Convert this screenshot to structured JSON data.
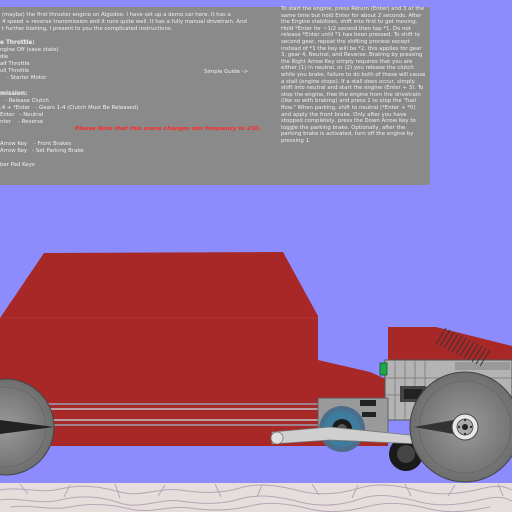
{
  "intro": {
    "line1": "(maybe) the first thruster engine on Algodoo. I have set up a demo car here. It has a",
    "line2": "4 speed + reverse transmission and it runs quite well. It has a fully manual drivetrain. And",
    "line3": "t further blahing, I present to you the complicated instructions."
  },
  "throttle": {
    "heading": "e Throttle:",
    "items": [
      "ngine Off (save state)",
      "dle",
      "alf Throttle",
      "ull Throttle",
      "    - Starter Motor"
    ]
  },
  "simple_guide": "Simple Guide ->",
  "transmission": {
    "heading": "mission:",
    "items": [
      "   - Release Clutch",
      ",4 + *Enter   - Gears 1-4 (Clutch Must Be Released)",
      "Enter   - Neutral",
      "nter    - Reverse"
    ]
  },
  "note": "Please Note that this scene changes sim frequency to 250.",
  "brakes": {
    "items": [
      "Arrow Key    - Front Brakes",
      "Arrow Key   - Set Parking Brake"
    ],
    "footer": "ber Pad Keys"
  },
  "instructions": "To start the engine, press Return (Enter) and 3 at the same time but hold Enter for about 2 seconds. After the Engine stabilizes, shift into first to get moving. Hold *Enter for ~1/2 second then tap *1. Do not release *Enter until *1 has been pressed. To shift to second gear, repeat the shifting process except instead of *1 the key will be *2, this applies for gear 3, gear 4, Neutral, and Reverse. Braking by pressing the Right Arrow Key simply requires that you are either (1) in neutral, or (2) you release the clutch while you brake, failure to do both of these will cause a stall (engine stops). If a stall does occur, simply shift into neutral and start the engine (Enter + 3). To stop the engine, free the engine from the drivetrain (like so with braking) and press 1 to stop the \"fuel flow.\" When parking, shift to neutral (*Enter + *0) and apply the front brake. Only after you have stopped completely, press the Down Arrow Key to toggle the parking brake. Optionally, after the parking brake is activated, turn off the engine by pressing 1.",
  "colors": {
    "sky": "#8c8cff",
    "panel": "#8a8a8a",
    "body": "#a82828",
    "ground": "#e6dedc"
  },
  "icons": [
    "green-indicator-icon",
    "wheel-hub-icon"
  ]
}
